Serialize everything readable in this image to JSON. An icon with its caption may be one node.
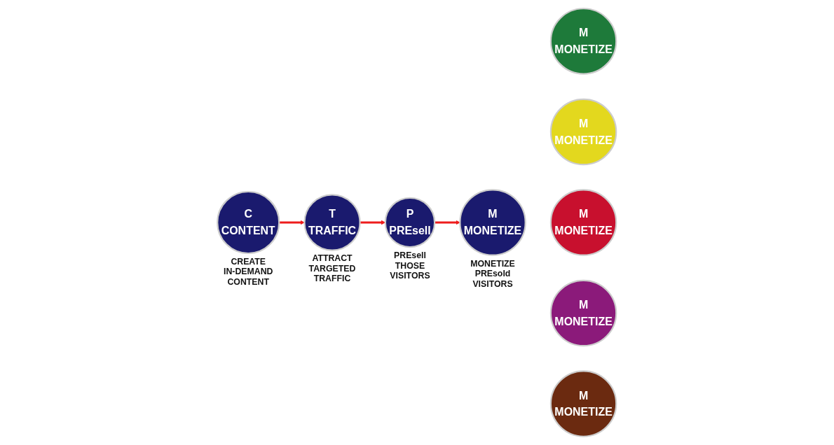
{
  "diagram": {
    "nodes": [
      {
        "text": [
          "M",
          "MONETIZE"
        ]
      },
      {
        "text": [
          "M",
          "MONETIZE"
        ]
      },
      {
        "text": [
          "C",
          "CONTENT"
        ],
        "beside": [
          "CREATE IN-DEMAND CONTENT"
        ]
      },
      {
        "text": [
          "T",
          "TRAFFIC"
        ],
        "beside": [
          "ATTRACT TARGETED TRAFFIC"
        ]
      },
      {
        "text": [
          "P",
          "PREsell"
        ],
        "beside": [
          "PREsell THOSE VISITORS"
        ]
      },
      {
        "text": [
          "M",
          "MONETIZE"
        ],
        "beside": [
          "MONETIZE PREsold VISITORS"
        ]
      },
      {
        "text": [
          "M",
          "MONETIZE"
        ]
      },
      {
        "text": [
          "M",
          "MONETIZE"
        ]
      },
      {
        "text": [
          "M",
          "MONETIZE"
        ]
      }
    ],
    "edges": [
      {
        "from": 2,
        "to": 3,
        "arrow": "to"
      },
      {
        "from": 3,
        "to": 4,
        "arrow": "to"
      },
      {
        "from": 4,
        "to": 5,
        "arrow": "to"
      }
    ]
  }
}
